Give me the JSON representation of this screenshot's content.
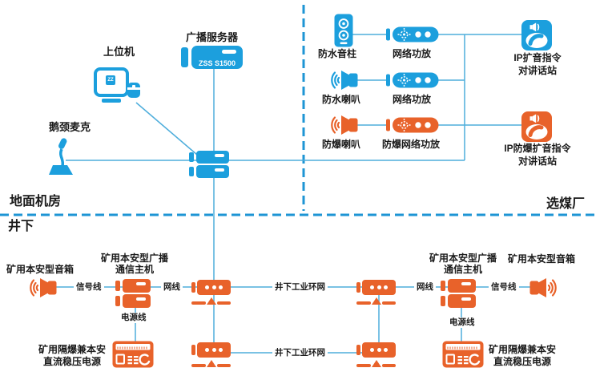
{
  "regions": {
    "ground": "地面机房",
    "plant": "选煤厂",
    "underground": "井下"
  },
  "ground_room": {
    "pc_label": "上位机",
    "pc_logo": "ZZ",
    "server_label": "广播服务器",
    "server_model": "ZSS S1500",
    "mic_label": "鹅颈麦克"
  },
  "plant": {
    "row1": {
      "device": "防水音柱",
      "amp": "网络功放",
      "station_line1": "IP扩音指令",
      "station_line2": "对讲话站"
    },
    "row2": {
      "device": "防水喇叭",
      "amp": "网络功放"
    },
    "row3": {
      "device": "防爆喇叭",
      "amp": "防爆网络功放",
      "station_line1": "IP防爆扩音指令",
      "station_line2": "对讲话站"
    }
  },
  "underground": {
    "ring_top": "井下工业环网",
    "ring_bottom": "井下工业环网",
    "left": {
      "speaker": "矿用本安型音箱",
      "host_line1": "矿用本安型广播",
      "host_line2": "通信主机",
      "signal": "信号线",
      "net": "网线",
      "power": "电源线",
      "psu_line1": "矿用隔爆兼本安",
      "psu_line2": "直流稳压电源"
    },
    "right": {
      "speaker": "矿用本安型音箱",
      "host_line1": "矿用本安型广播",
      "host_line2": "通信主机",
      "signal": "信号线",
      "net": "网线",
      "power": "电源线",
      "psu_line1": "矿用隔爆兼本安",
      "psu_line2": "直流稳压电源"
    }
  },
  "colors": {
    "blue": "#1C9FDD",
    "orange": "#E8622A",
    "line": "#4FAEDC",
    "dash": "#1E95D4",
    "text": "#1A1A1A"
  }
}
